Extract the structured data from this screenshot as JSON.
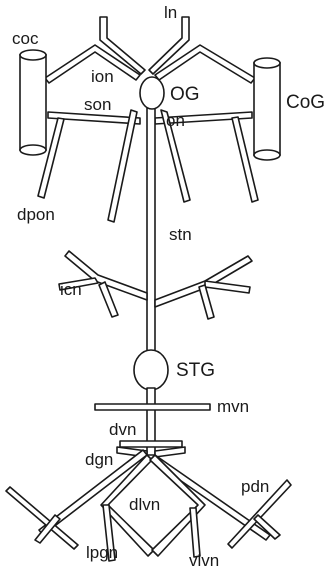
{
  "diagram": {
    "labels": {
      "ln": "ln",
      "coc": "coc",
      "ion": "ion",
      "og": "OG",
      "son": "son",
      "on": "on",
      "cog": "CoG",
      "dpon": "dpon",
      "stn": "stn",
      "icn": "icn",
      "stg": "STG",
      "mvn": "mvn",
      "dvn": "dvn",
      "dgn": "dgn",
      "pdn": "pdn",
      "dlvn": "dlvn",
      "lpgn": "lpgn",
      "vlvn": "vlvn"
    }
  }
}
